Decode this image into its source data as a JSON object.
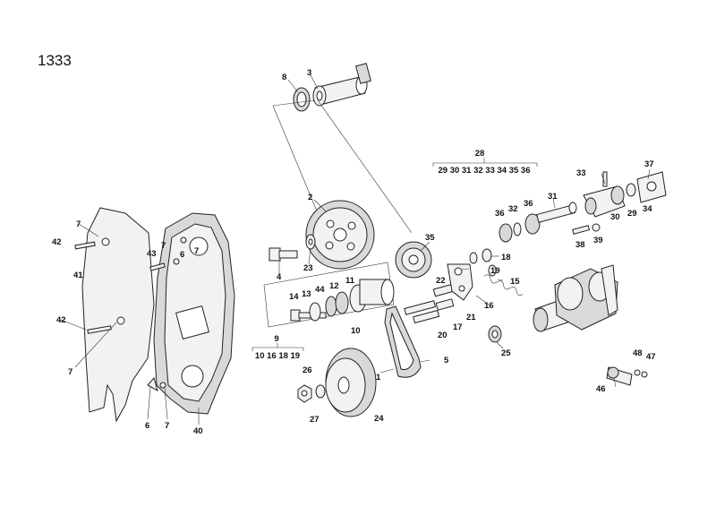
{
  "diagram": {
    "id": "1333",
    "group_labels": {
      "g28": {
        "label": "28",
        "members": "29 30 31 32 33 34 35 36"
      },
      "g9": {
        "label": "9",
        "members": "10 16 18 19"
      }
    },
    "callouts": {
      "c1": "1",
      "c2": "2",
      "c3": "3",
      "c4": "4",
      "c5": "5",
      "c6a": "6",
      "c6b": "6",
      "c7a": "7",
      "c7b": "7",
      "c7c": "7",
      "c7d": "7",
      "c7e": "7",
      "c8": "8",
      "c10": "10",
      "c11": "11",
      "c12": "12",
      "c13": "13",
      "c14": "14",
      "c15": "15",
      "c16": "16",
      "c17": "17",
      "c18": "18",
      "c19": "19",
      "c20": "20",
      "c21": "21",
      "c22": "22",
      "c23": "23",
      "c24": "24",
      "c25": "25",
      "c26": "26",
      "c27": "27",
      "c29": "29",
      "c30": "30",
      "c31": "31",
      "c32": "32",
      "c33": "33",
      "c34": "34",
      "c35": "35",
      "c36a": "36",
      "c36b": "36",
      "c37": "37",
      "c38": "38",
      "c39": "39",
      "c40": "40",
      "c41": "41",
      "c42a": "42",
      "c42b": "42",
      "c43": "43",
      "c44": "44",
      "c46": "46",
      "c47": "47",
      "c48": "48"
    }
  }
}
